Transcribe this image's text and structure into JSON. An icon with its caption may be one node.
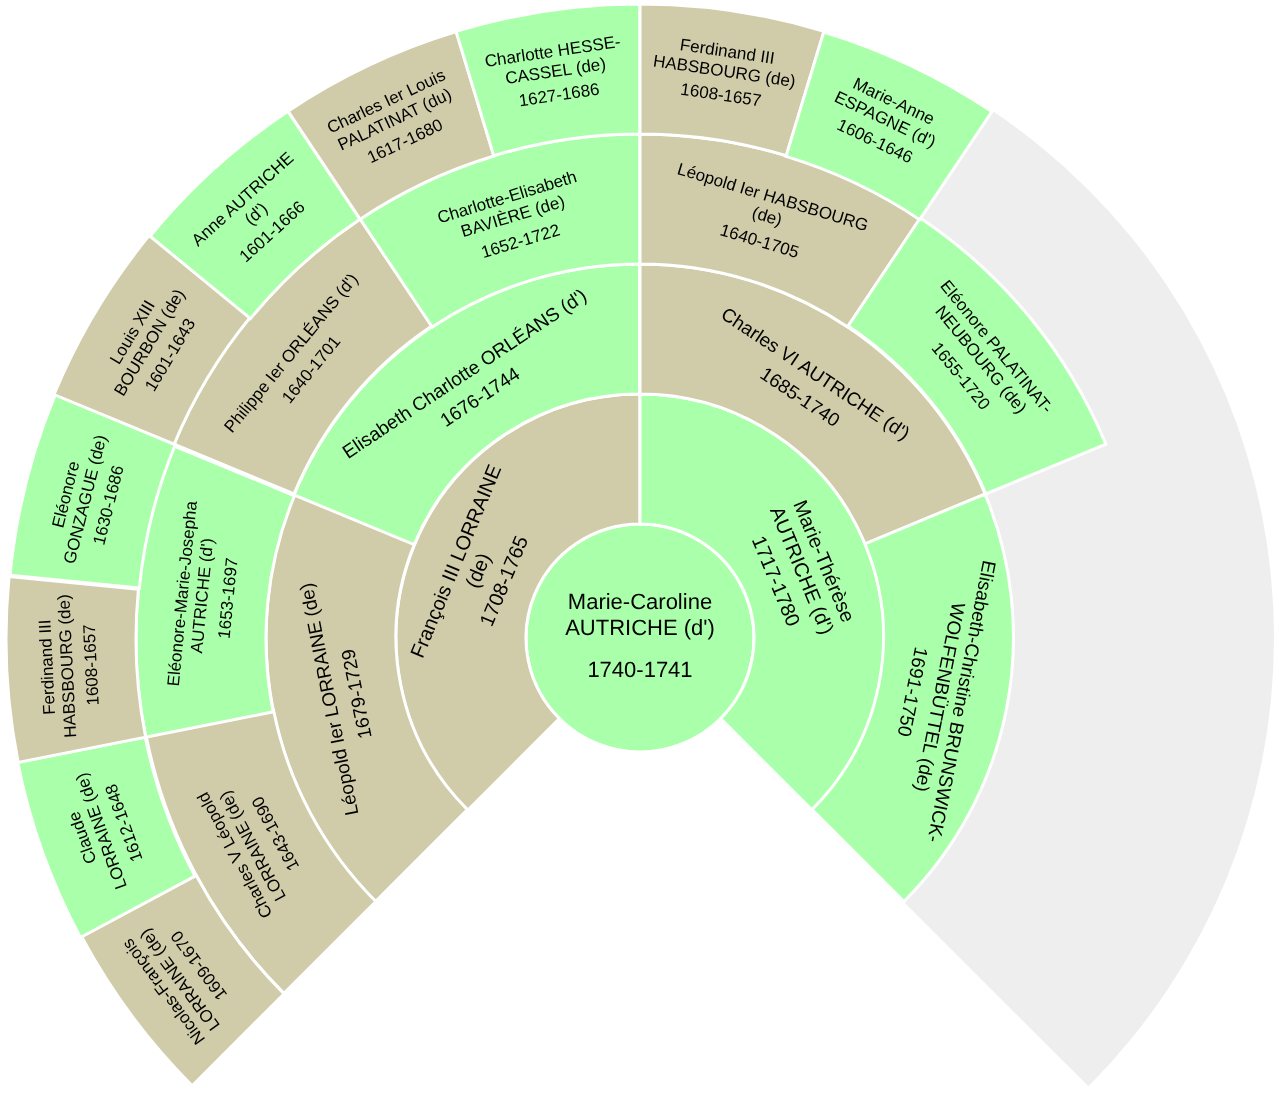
{
  "diagram": {
    "nodes": [
      {
        "text": [
          "Marie-Caroline AUTRICHE (d')",
          "1740-1741"
        ]
      },
      {
        "text": [
          "François III LORRAINE (de)",
          "1708-1765"
        ]
      },
      {
        "text": [
          "Marie-Thérèse AUTRICHE (d')",
          "1717-1780"
        ]
      },
      {
        "text": [
          "Léopold Ier LORRAINE (de)",
          "1679-1729"
        ]
      },
      {
        "text": [
          "Elisabeth Charlotte ORLÉANS (d')",
          "1676-1744"
        ]
      },
      {
        "text": [
          "Charles VI AUTRICHE (d')",
          "1685-1740"
        ]
      },
      {
        "text": [
          "Elisabeth-Christine BRUNSWICK-WOLFENBÜTTEL (de)",
          "1691-1750"
        ]
      },
      {
        "text": [
          "Charles V Léopold LORRAINE (de)",
          "1643-1690"
        ]
      },
      {
        "text": [
          "Eléonore-Marie-Josepha AUTRICHE (d')",
          "1653-1697"
        ]
      },
      {
        "text": [
          "Philippe Ier ORLÉANS (d')",
          "1640-1701"
        ]
      },
      {
        "text": [
          "Charlotte-Elisabeth BAVIÈRE (de)",
          "1652-1722"
        ]
      },
      {
        "text": [
          "Léopold Ier HABSBOURG (de)",
          "1640-1705"
        ]
      },
      {
        "text": [
          "Eléonore PALATINAT-NEUBOURG (de)",
          "1655-1720"
        ]
      },
      {
        "text": [
          "Nicolas-François LORRAINE (de)",
          "1609-1670"
        ]
      },
      {
        "text": [
          "Claude LORRAINE (de)",
          "1612-1648"
        ]
      },
      {
        "text": [
          "Ferdinand III HABSBOURG (de)",
          "1608-1657"
        ]
      },
      {
        "text": [
          "Eléonore GONZAGUE (de)",
          "1630-1686"
        ]
      },
      {
        "text": [
          "Louis XIII BOURBON (de)",
          "1601-1643"
        ]
      },
      {
        "text": [
          "Anne AUTRICHE (d')",
          "1601-1666"
        ]
      },
      {
        "text": [
          "Charles Ier Louis PALATINAT (du)",
          "1617-1680"
        ]
      },
      {
        "text": [
          "Charlotte HESSE-CASSEL (de)",
          "1627-1686"
        ]
      },
      {
        "text": [
          "Ferdinand III HABSBOURG (de)",
          "1608-1657"
        ]
      },
      {
        "text": [
          "Marie-Anne ESPAGNE (d')",
          "1606-1646"
        ]
      }
    ]
  }
}
